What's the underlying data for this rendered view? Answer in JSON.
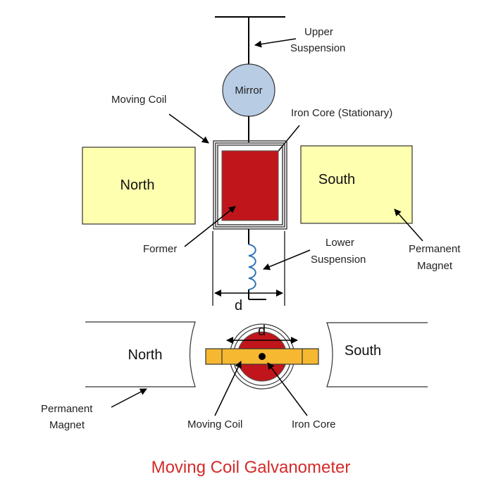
{
  "title": "Moving Coil Galvanometer",
  "colors": {
    "title": "#d42a2a",
    "magnet_fill": "#ffffb0",
    "core_fill": "#c0161b",
    "mirror_fill": "#b8cce4",
    "former_bar": "#f5b830",
    "spring": "#2e75b6"
  },
  "top_view": {
    "upper_suspension": [
      "Upper",
      "Suspension"
    ],
    "mirror": "Mirror",
    "moving_coil": "Moving Coil",
    "iron_core": "Iron Core (Stationary)",
    "north": "North",
    "south": "South",
    "former": "Former",
    "lower_suspension": [
      "Lower",
      "Suspension"
    ],
    "permanent_magnet": [
      "Permanent",
      "Magnet"
    ],
    "width_label": "d"
  },
  "bottom_view": {
    "north": "North",
    "south": "South",
    "permanent_magnet": [
      "Permanent",
      "Magnet"
    ],
    "moving_coil": "Moving Coil",
    "iron_core": "Iron Core",
    "width_label": "d"
  }
}
